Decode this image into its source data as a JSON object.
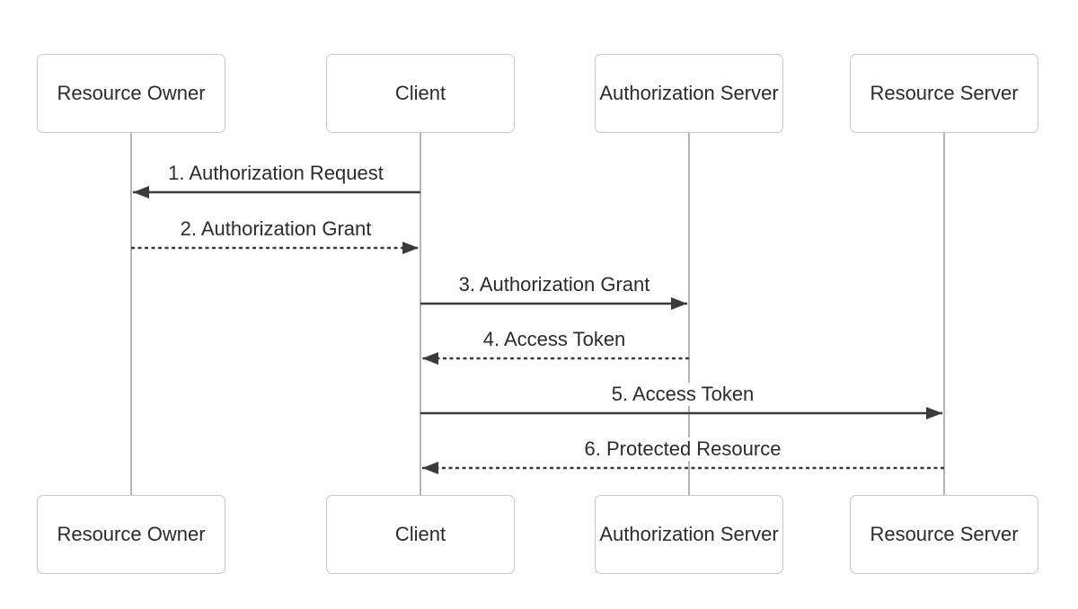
{
  "actors": [
    {
      "label": "Resource Owner"
    },
    {
      "label": "Client"
    },
    {
      "label": "Authorization Server"
    },
    {
      "label": "Resource Server"
    }
  ],
  "messages": [
    {
      "label": "1. Authorization Request",
      "from": "Client",
      "to": "Resource Owner",
      "line_style": "solid"
    },
    {
      "label": "2. Authorization Grant",
      "from": "Resource Owner",
      "to": "Client",
      "line_style": "dashed"
    },
    {
      "label": "3. Authorization Grant",
      "from": "Client",
      "to": "Authorization Server",
      "line_style": "solid"
    },
    {
      "label": "4. Access Token",
      "from": "Authorization Server",
      "to": "Client",
      "line_style": "dashed"
    },
    {
      "label": "5. Access Token",
      "from": "Client",
      "to": "Resource Server",
      "line_style": "solid"
    },
    {
      "label": "6. Protected Resource",
      "from": "Resource Server",
      "to": "Client",
      "line_style": "dashed"
    }
  ],
  "colors": {
    "background": "#ffffff",
    "box_fill": "#ffffff",
    "box_border": "#c8c8c8",
    "text": "#2b2b2b",
    "lifeline": "#b5b5b5",
    "arrow": "#3b3b3b"
  }
}
